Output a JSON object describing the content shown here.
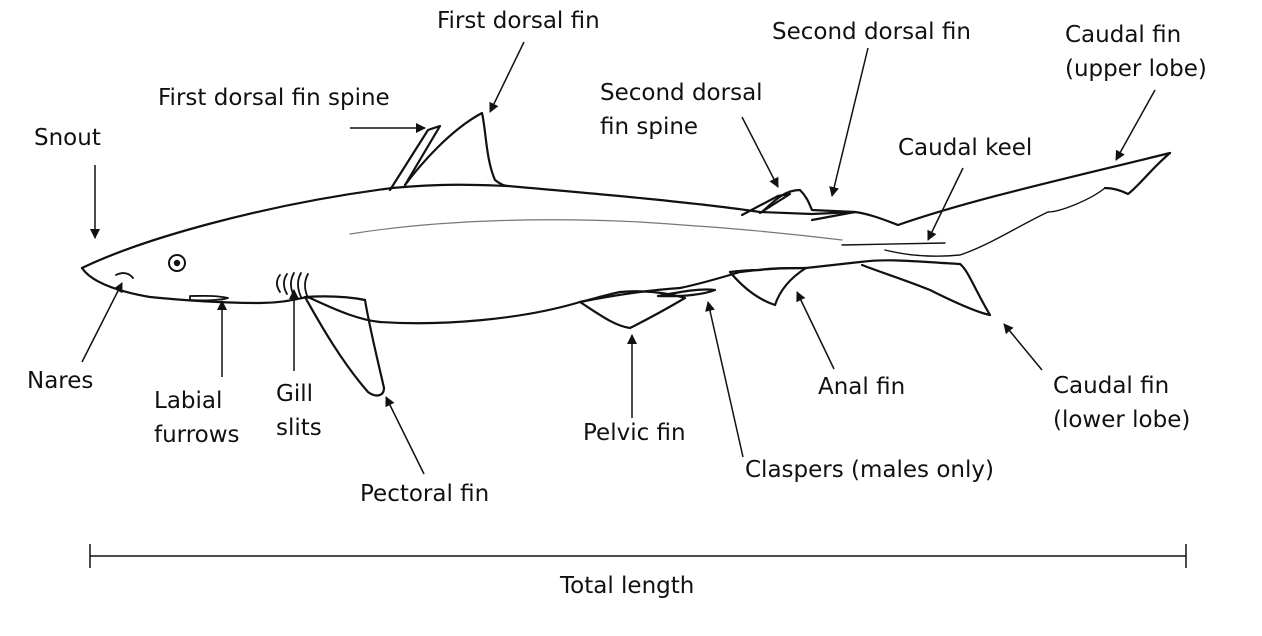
{
  "labels": {
    "snout": "Snout",
    "first_dorsal_fin": "First dorsal fin",
    "first_dorsal_fin_spine": "First dorsal fin spine",
    "second_dorsal_fin_spine": [
      "Second dorsal",
      "fin spine"
    ],
    "second_dorsal_fin": "Second dorsal fin",
    "caudal_keel": "Caudal keel",
    "caudal_fin_upper_lobe": [
      "Caudal fin",
      "(upper lobe)"
    ],
    "nares": "Nares",
    "labial_furrows": [
      "Labial",
      "furrows"
    ],
    "gill_slits": [
      "Gill",
      "slits"
    ],
    "pectoral_fin": "Pectoral fin",
    "pelvic_fin": "Pelvic fin",
    "claspers": "Claspers (males only)",
    "anal_fin": "Anal fin",
    "caudal_fin_lower_lobe": [
      "Caudal fin",
      "(lower lobe)"
    ],
    "total_length": "Total length"
  }
}
